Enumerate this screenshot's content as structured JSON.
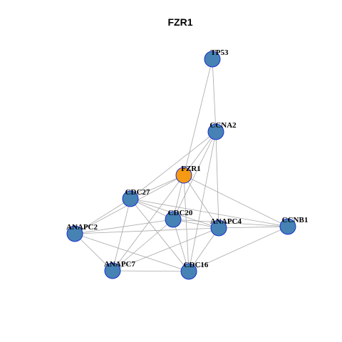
{
  "title": "FZR1",
  "colors": {
    "hub_node": "#f59a12",
    "node": "#4682b4",
    "node_border": "#1a2fd0",
    "edge": "#a8a8a8"
  },
  "nodes": [
    {
      "id": "TP53",
      "label": "TP53",
      "hub": false
    },
    {
      "id": "CCNA2",
      "label": "CCNA2",
      "hub": false
    },
    {
      "id": "FZR1",
      "label": "FZR1",
      "hub": true
    },
    {
      "id": "CDC27",
      "label": "CDC27",
      "hub": false
    },
    {
      "id": "CDC20",
      "label": "CDC20",
      "hub": false
    },
    {
      "id": "ANAPC4",
      "label": "ANAPC4",
      "hub": false
    },
    {
      "id": "CCNB1",
      "label": "CCNB1",
      "hub": false
    },
    {
      "id": "ANAPC2",
      "label": "ANAPC2",
      "hub": false
    },
    {
      "id": "ANAPC7",
      "label": "ANAPC7",
      "hub": false
    },
    {
      "id": "CDC16",
      "label": "CDC16",
      "hub": false
    }
  ],
  "edges": [
    [
      "TP53",
      "FZR1"
    ],
    [
      "TP53",
      "CCNA2"
    ],
    [
      "CCNA2",
      "FZR1"
    ],
    [
      "CCNA2",
      "CDC27"
    ],
    [
      "CCNA2",
      "CDC20"
    ],
    [
      "CCNA2",
      "ANAPC4"
    ],
    [
      "CCNA2",
      "CDC16"
    ],
    [
      "FZR1",
      "CDC27"
    ],
    [
      "FZR1",
      "CDC20"
    ],
    [
      "FZR1",
      "ANAPC4"
    ],
    [
      "FZR1",
      "CCNB1"
    ],
    [
      "FZR1",
      "ANAPC2"
    ],
    [
      "FZR1",
      "ANAPC7"
    ],
    [
      "FZR1",
      "CDC16"
    ],
    [
      "CDC27",
      "CDC20"
    ],
    [
      "CDC27",
      "ANAPC4"
    ],
    [
      "CDC27",
      "CCNB1"
    ],
    [
      "CDC27",
      "ANAPC2"
    ],
    [
      "CDC27",
      "ANAPC7"
    ],
    [
      "CDC27",
      "CDC16"
    ],
    [
      "CDC20",
      "ANAPC4"
    ],
    [
      "CDC20",
      "ANAPC2"
    ],
    [
      "CDC20",
      "ANAPC7"
    ],
    [
      "CDC20",
      "CDC16"
    ],
    [
      "ANAPC4",
      "CCNB1"
    ],
    [
      "ANAPC4",
      "ANAPC7"
    ],
    [
      "ANAPC4",
      "CDC16"
    ],
    [
      "CCNB1",
      "CDC16"
    ],
    [
      "CCNB1",
      "CDC20"
    ],
    [
      "ANAPC2",
      "ANAPC7"
    ],
    [
      "ANAPC2",
      "CDC16"
    ],
    [
      "ANAPC2",
      "ANAPC4"
    ],
    [
      "ANAPC7",
      "CDC16"
    ]
  ]
}
